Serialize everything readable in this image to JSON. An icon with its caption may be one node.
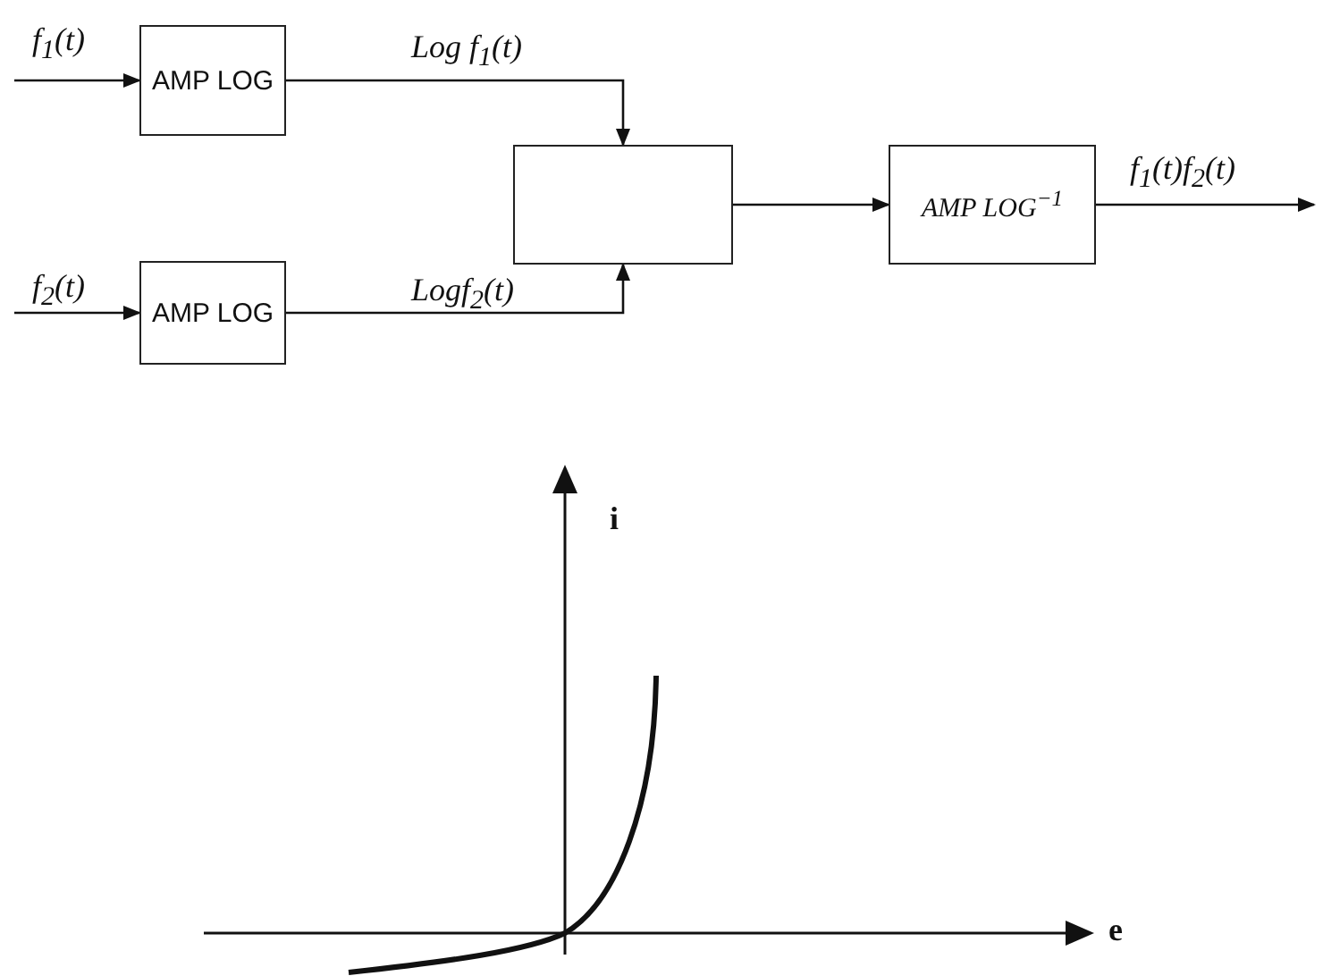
{
  "diagram": {
    "nodes": [
      {
        "text": [
          "AMP LOG"
        ]
      },
      {
        "text": [
          "AMP LOG"
        ]
      },
      {
        "text": [],
        "shape": "box"
      },
      {
        "text": [
          "AMP LOG$^{−1}$"
        ]
      }
    ],
    "edges": [
      {
        "from": null,
        "to": 0,
        "arrow": "to",
        "label": "f$_{1}$(t)"
      },
      {
        "from": null,
        "to": 1,
        "arrow": "to",
        "label": "f$_{2}$(t)"
      },
      {
        "from": 0,
        "to": 2,
        "arrow": "to",
        "label": "Log f$_{1}$(t)"
      },
      {
        "from": 1,
        "to": 2,
        "arrow": "to",
        "label": "Logf$_{2}$(t)"
      },
      {
        "from": 2,
        "to": 3,
        "arrow": "to"
      },
      {
        "from": 3,
        "to": null,
        "arrow": "to",
        "label": "f$_{1}$(t)f$_{2}$(t)"
      }
    ],
    "labels": [
      "i",
      "e"
    ]
  }
}
